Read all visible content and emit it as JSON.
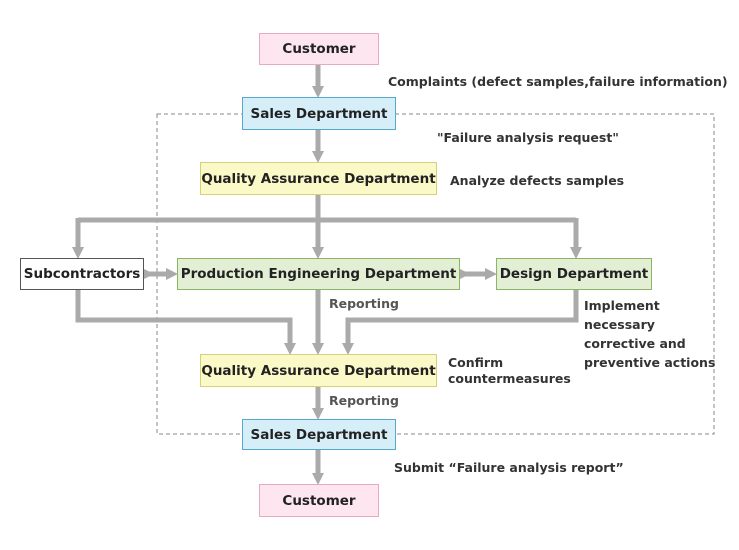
{
  "nodes": {
    "customer_top": "Customer",
    "sales_top": "Sales Department",
    "qa_top": "Quality Assurance Department",
    "subcontractors": "Subcontractors",
    "production": "Production Engineering Department",
    "design": "Design Department",
    "qa_bottom": "Quality Assurance Department",
    "sales_bottom": "Sales Department",
    "customer_bottom": "Customer"
  },
  "labels": {
    "complaints": "Complaints (defect samples,failure information)",
    "request": "\"Failure analysis request\"",
    "analyze": "Analyze defects samples",
    "reporting_1": "Reporting",
    "implement": [
      "Implement",
      "necessary",
      "corrective and",
      "preventive actions"
    ],
    "confirm": [
      "Confirm",
      "countermeasures"
    ],
    "reporting_2": "Reporting",
    "submit": "Submit “Failure analysis report”"
  },
  "colors": {
    "arrow": "#aaaaaa",
    "dashed_frame": "#888888",
    "pink_box": "#fde6ef",
    "blue_box": "#d5eef8",
    "yellow_box": "#fcf9c8",
    "green_box": "#e2efd5"
  }
}
